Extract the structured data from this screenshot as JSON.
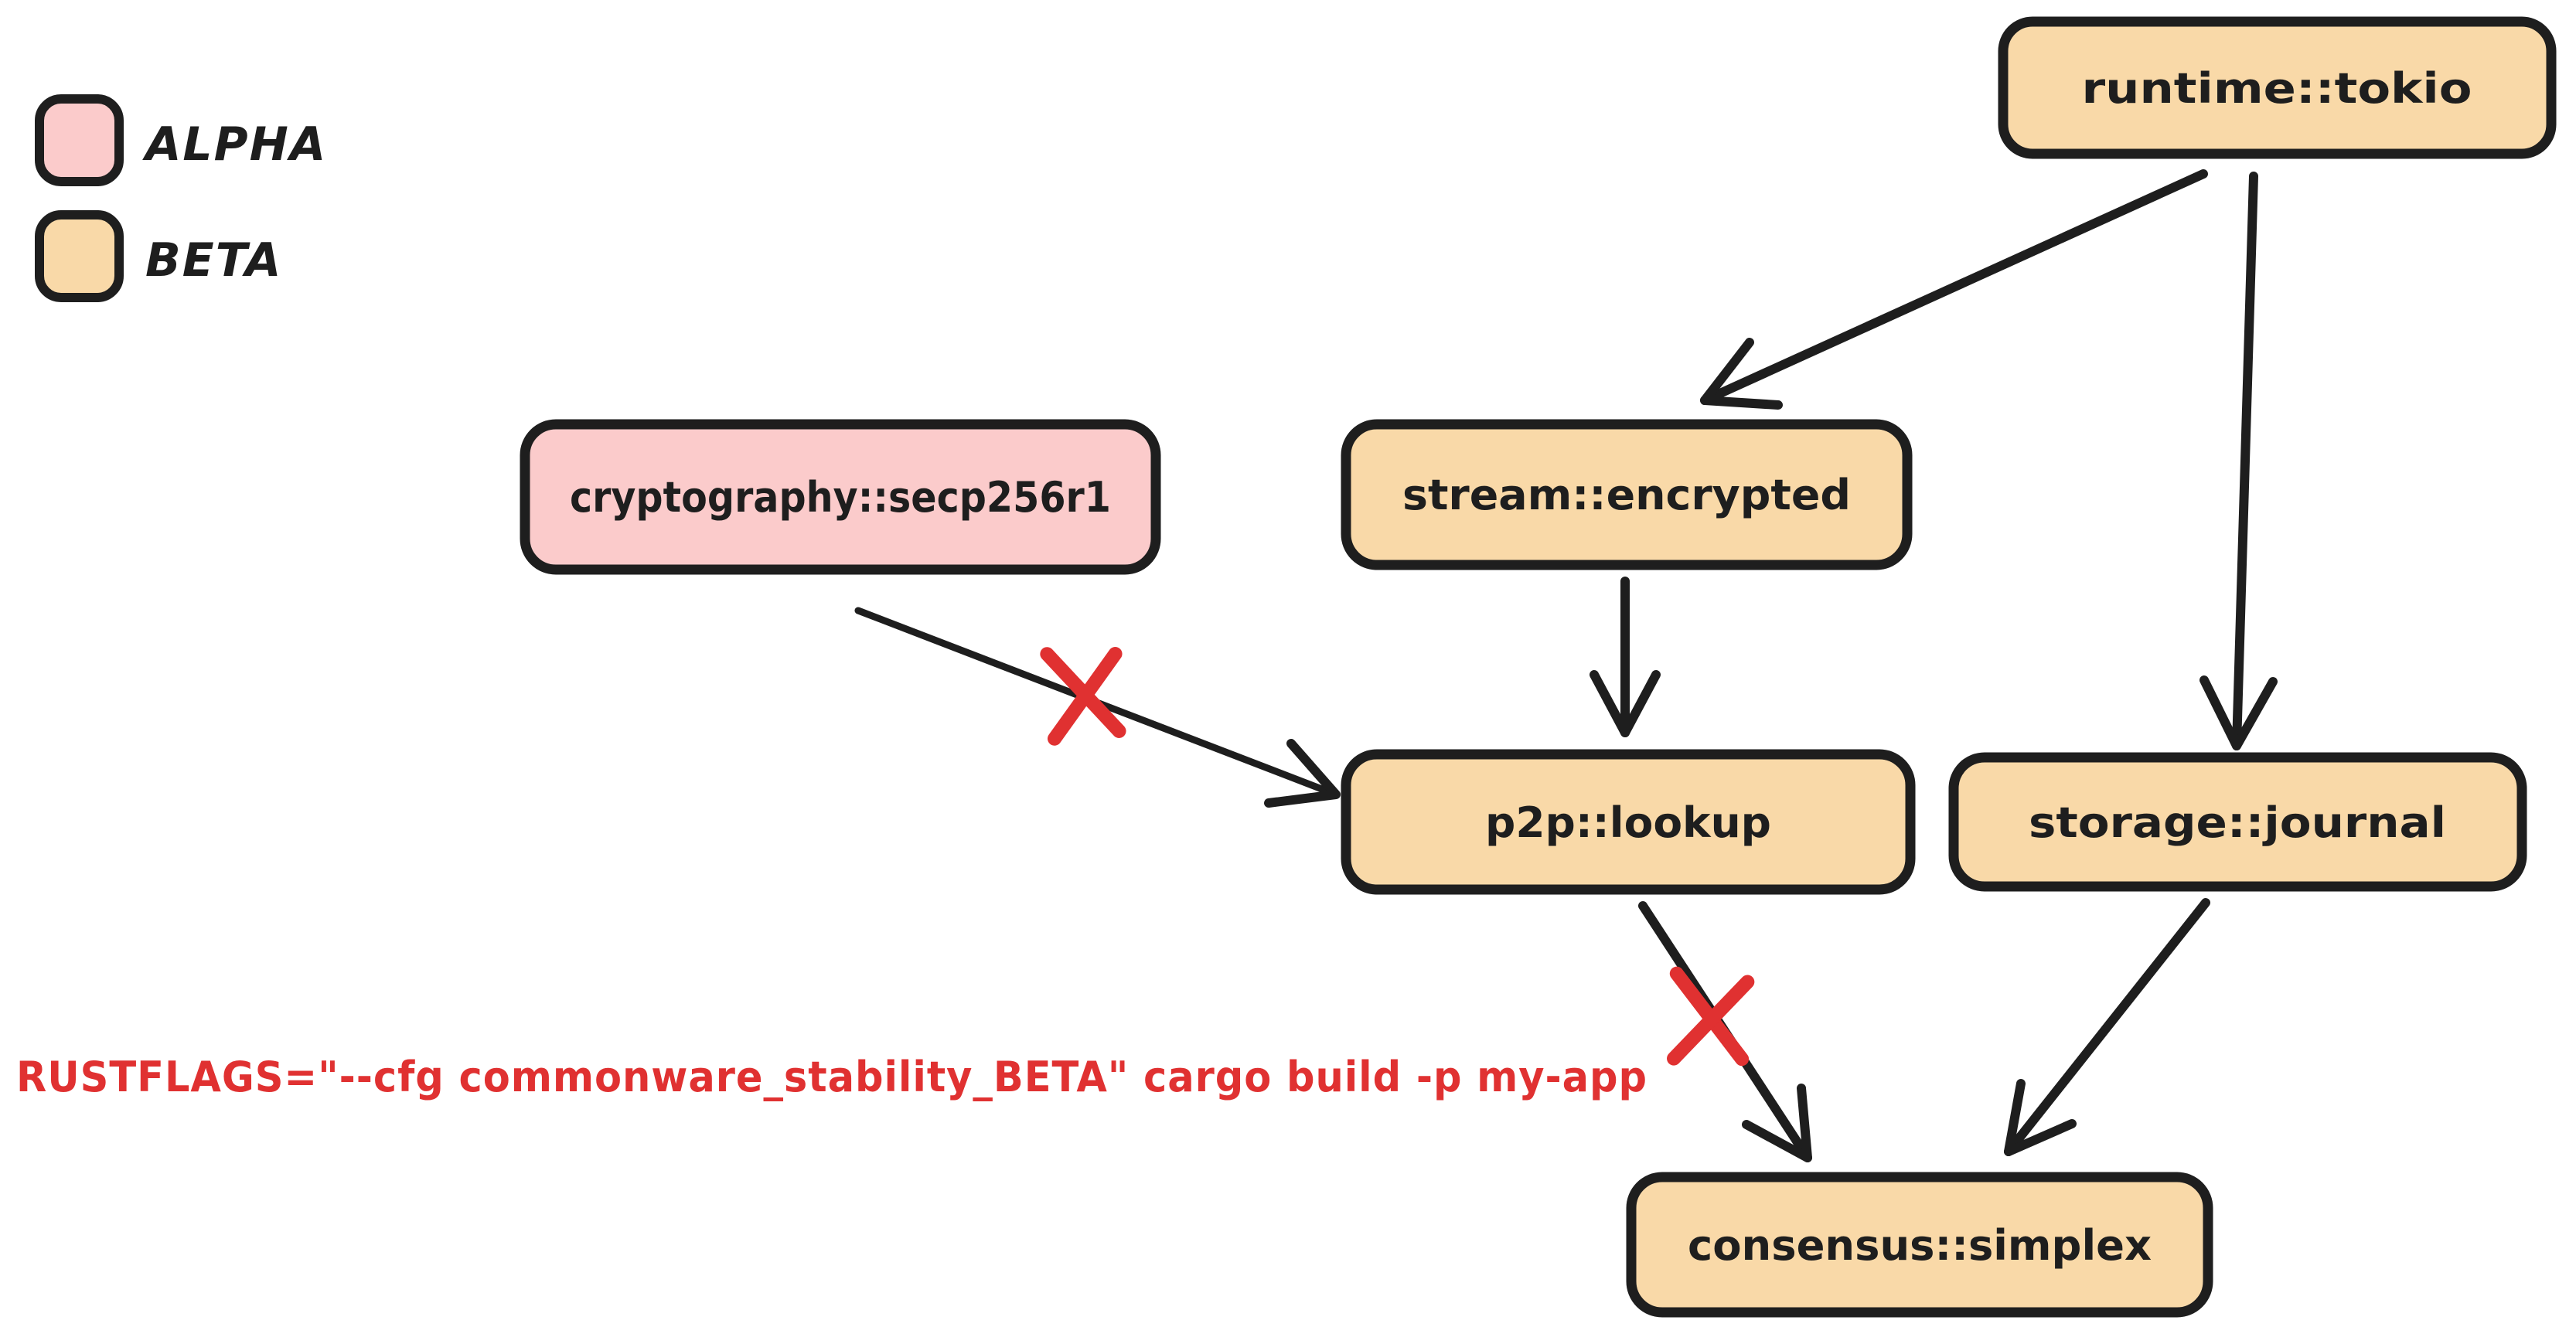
{
  "colors": {
    "alpha_fill": "#FBCBCB",
    "beta_fill": "#F9D9A8",
    "stroke": "#1E1E1E",
    "blocked_red": "#E03131",
    "background": "#FFFFFF"
  },
  "legend": {
    "items": [
      {
        "label": "ALPHA",
        "stability": "ALPHA"
      },
      {
        "label": "BETA",
        "stability": "BETA"
      }
    ]
  },
  "nodes": [
    {
      "id": "runtime-tokio",
      "label": "runtime::tokio",
      "stability": "BETA"
    },
    {
      "id": "cryptography-secp256r1",
      "label": "cryptography::secp256r1",
      "stability": "ALPHA"
    },
    {
      "id": "stream-encrypted",
      "label": "stream::encrypted",
      "stability": "BETA"
    },
    {
      "id": "p2p-lookup",
      "label": "p2p::lookup",
      "stability": "BETA"
    },
    {
      "id": "storage-journal",
      "label": "storage::journal",
      "stability": "BETA"
    },
    {
      "id": "consensus-simplex",
      "label": "consensus::simplex",
      "stability": "BETA"
    }
  ],
  "edges": [
    {
      "from": "runtime::tokio",
      "to": "stream::encrypted",
      "blocked": false
    },
    {
      "from": "runtime::tokio",
      "to": "storage::journal",
      "blocked": false
    },
    {
      "from": "stream::encrypted",
      "to": "p2p::lookup",
      "blocked": false
    },
    {
      "from": "cryptography::secp256r1",
      "to": "p2p::lookup",
      "blocked": true
    },
    {
      "from": "p2p::lookup",
      "to": "consensus::simplex",
      "blocked": true
    },
    {
      "from": "storage::journal",
      "to": "consensus::simplex",
      "blocked": false
    }
  ],
  "annotation": {
    "command": "RUSTFLAGS=\"--cfg commonware_stability_BETA\" cargo build -p my-app"
  }
}
